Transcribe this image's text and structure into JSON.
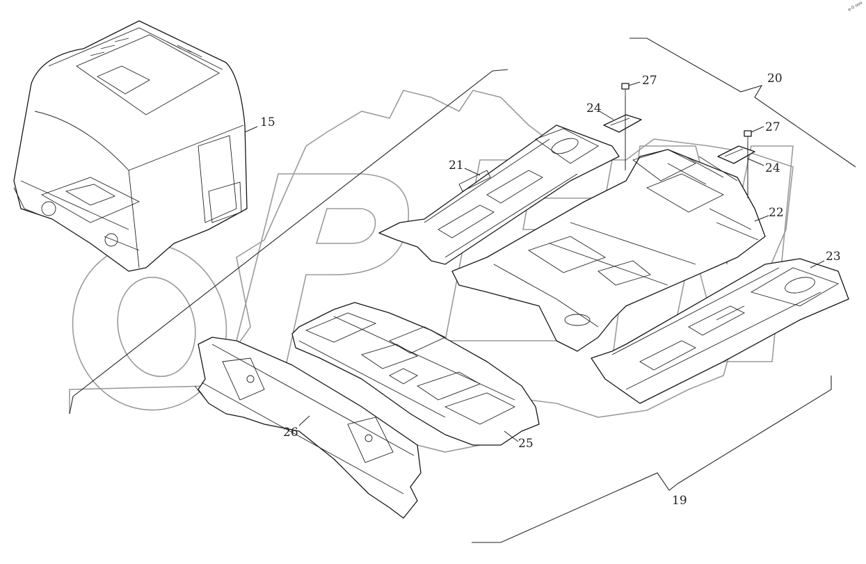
{
  "diagram": {
    "corner_mark": "e-0 ooo",
    "watermark_text": "OPEN",
    "callouts": [
      {
        "id": "15",
        "label": "15"
      },
      {
        "id": "19",
        "label": "19"
      },
      {
        "id": "20",
        "label": "20"
      },
      {
        "id": "21",
        "label": "21"
      },
      {
        "id": "22",
        "label": "22"
      },
      {
        "id": "23",
        "label": "23"
      },
      {
        "id": "24a",
        "label": "24"
      },
      {
        "id": "24b",
        "label": "24"
      },
      {
        "id": "25",
        "label": "25"
      },
      {
        "id": "26",
        "label": "26"
      },
      {
        "id": "27a",
        "label": "27"
      },
      {
        "id": "27b",
        "label": "27"
      }
    ]
  }
}
